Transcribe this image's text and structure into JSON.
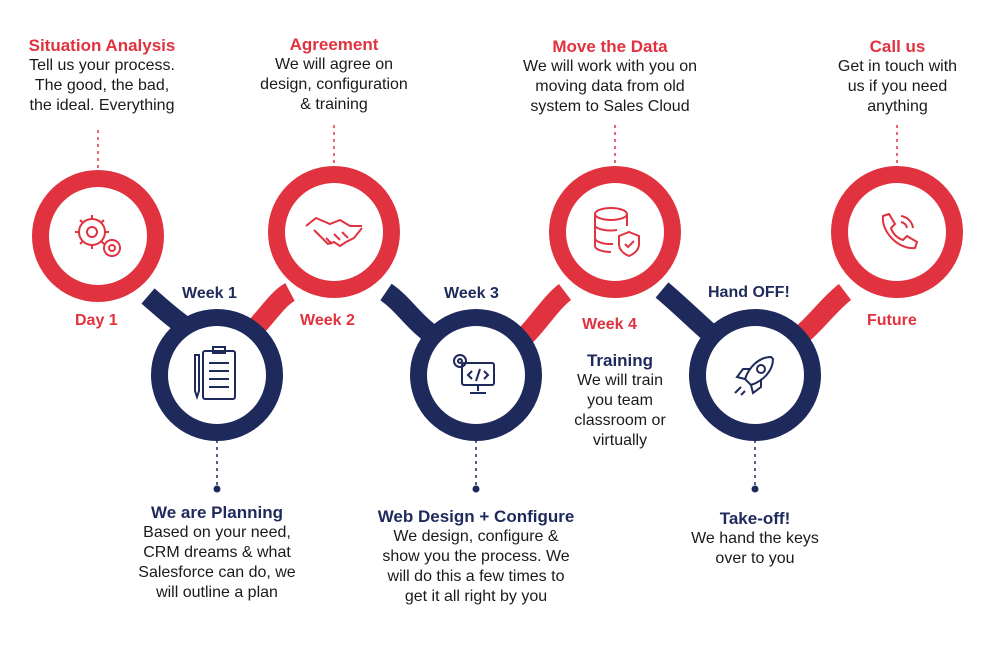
{
  "colors": {
    "red": "#e0323f",
    "navy": "#1f2a5c",
    "inner": "#ffffff",
    "text": "#1a1a1a"
  },
  "steps": [
    {
      "title": "Situation Analysis",
      "desc": [
        "Tell us your process.",
        "The good, the bad,",
        "the ideal. Everything"
      ],
      "timeline": "Day 1",
      "icon": "gears-icon"
    },
    {
      "title": "We are Planning",
      "desc": [
        "Based on your need,",
        "CRM dreams & what",
        "Salesforce can do, we",
        "will outline a plan"
      ],
      "timeline": "Week 1",
      "icon": "clipboard-icon"
    },
    {
      "title": "Agreement",
      "desc": [
        "We will agree on",
        "design, configuration",
        "& training"
      ],
      "timeline": "Week 2",
      "icon": "handshake-icon"
    },
    {
      "title": "Web Design + Configure",
      "desc": [
        "We design, configure &",
        "show you the process. We",
        "will do this a few times to",
        "get it all right by you"
      ],
      "timeline": "Week 3",
      "icon": "code-monitor-icon"
    },
    {
      "title": "Move the Data",
      "desc": [
        "We will work with you on",
        "moving data from old",
        "system to Sales Cloud"
      ],
      "timeline": "Week 4",
      "icon": "database-shield-icon"
    },
    {
      "title": "Training",
      "desc": [
        "We will train",
        "you team",
        "classroom or",
        "virtually"
      ],
      "timeline": "",
      "icon": ""
    },
    {
      "title": "Take-off!",
      "desc": [
        "We hand the keys",
        "over to you"
      ],
      "timeline": "Hand OFF!",
      "icon": "rocket-icon"
    },
    {
      "title": "Call us",
      "desc": [
        "Get in touch with",
        "us if you need",
        "anything"
      ],
      "timeline": "Future",
      "icon": "phone-icon"
    }
  ]
}
